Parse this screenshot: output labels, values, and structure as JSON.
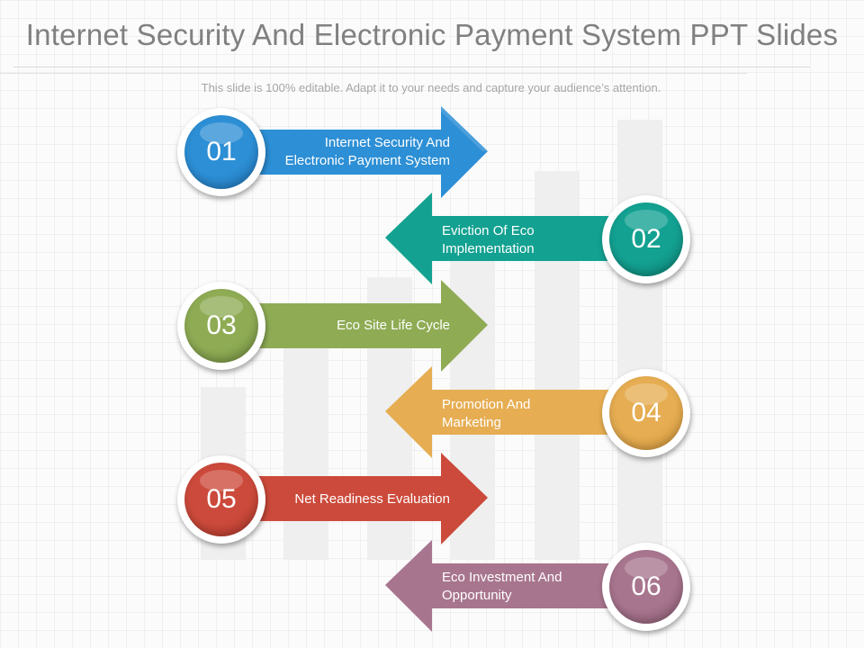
{
  "title": "Internet Security And Electronic Payment System PPT Slides",
  "subtitle": "This slide is 100% editable. Adapt it to your needs and capture your audience’s attention.",
  "steps": [
    {
      "number": "01",
      "line1": "Internet  Security And",
      "line2": "Electronic Payment System",
      "color": "#2d8fd5",
      "color_dark": "#1f6fb0"
    },
    {
      "number": "02",
      "line1": "Eviction Of Eco",
      "line2": "Implementation",
      "color": "#13a191",
      "color_dark": "#0d7d70"
    },
    {
      "number": "03",
      "line1": "Eco Site Life Cycle",
      "line2": "",
      "color": "#8fac55",
      "color_dark": "#6d8a3d"
    },
    {
      "number": "04",
      "line1": "Promotion And",
      "line2": "Marketing",
      "color": "#e6ad52",
      "color_dark": "#c98e35"
    },
    {
      "number": "05",
      "line1": "Net Readiness Evaluation",
      "line2": "",
      "color": "#cc4a3b",
      "color_dark": "#a8362a"
    },
    {
      "number": "06",
      "line1": "Eco Investment  And",
      "line2": "Opportunity",
      "color": "#a8758e",
      "color_dark": "#86586f"
    }
  ]
}
